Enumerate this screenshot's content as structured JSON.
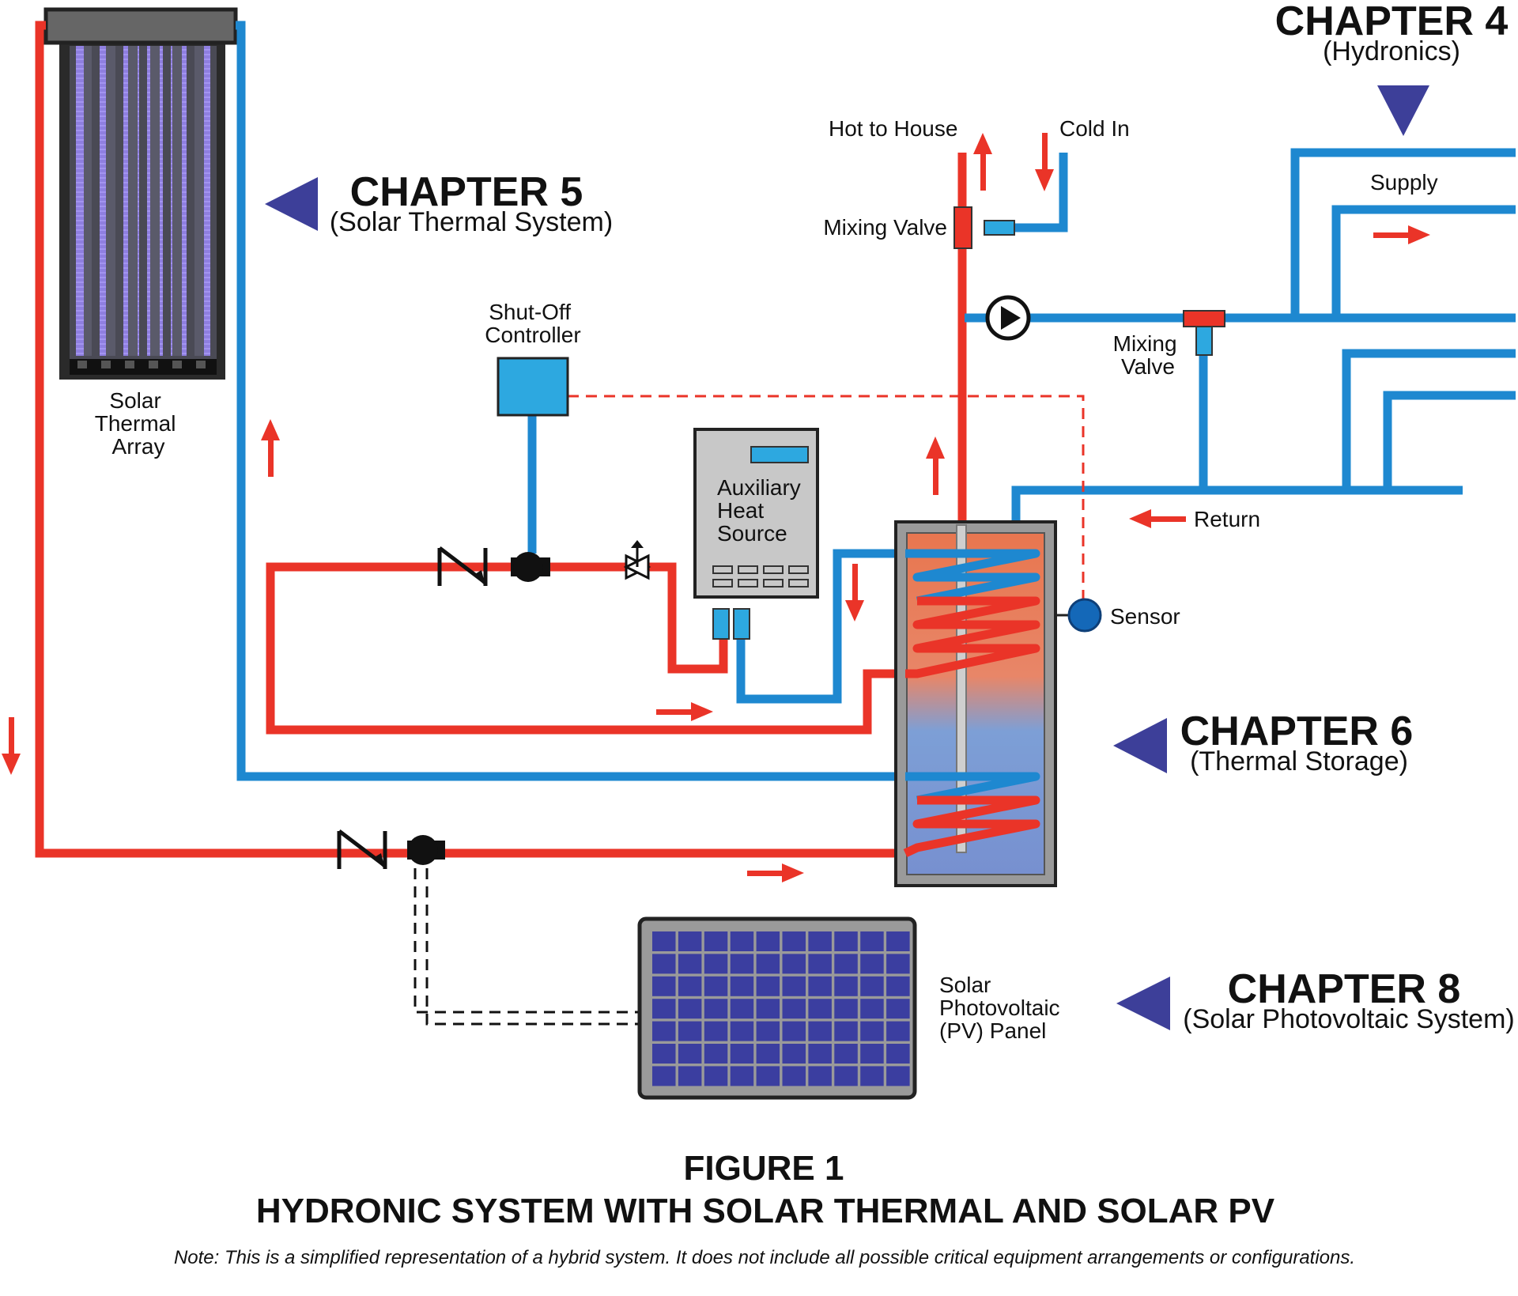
{
  "labels": {
    "solar_thermal_array": [
      "Solar",
      "Thermal",
      "Array"
    ],
    "shutoff_controller": [
      "Shut-Off",
      "Controller"
    ],
    "auxiliary_heat_source": [
      "Auxiliary",
      "Heat",
      "Source"
    ],
    "hot_to_house": "Hot to House",
    "cold_in": "Cold In",
    "mixing_valve_top": "Mixing Valve",
    "mixing_valve_right": [
      "Mixing",
      "Valve"
    ],
    "supply": "Supply",
    "return": "Return",
    "sensor": "Sensor",
    "solar_pv_panel": [
      "Solar",
      "Photovoltaic",
      "(PV) Panel"
    ]
  },
  "chapters": [
    {
      "title": "CHAPTER 4",
      "subtitle": "(Hydronics)"
    },
    {
      "title": "CHAPTER 5",
      "subtitle": "(Solar Thermal System)"
    },
    {
      "title": "CHAPTER 6",
      "subtitle": "(Thermal Storage)"
    },
    {
      "title": "CHAPTER 8",
      "subtitle": "(Solar Photovoltaic System)"
    }
  ],
  "figure": {
    "number": "FIGURE 1",
    "title": "HYDRONIC SYSTEM WITH SOLAR THERMAL AND SOLAR PV",
    "note": "Note: This is a simplified representation of a hybrid system. It does not include all possible critical equipment arrangements or configurations."
  },
  "colors": {
    "hot_pipe": "#ea3428",
    "cold_pipe": "#1e88d0",
    "pointer": "#3d3f99",
    "controller": "#2da8e0",
    "pv_cell": "#3b3ea0"
  },
  "icons": [
    "pump-icon",
    "check-valve-icon",
    "relief-valve-icon",
    "sensor-icon",
    "pointer-triangle-icon"
  ]
}
